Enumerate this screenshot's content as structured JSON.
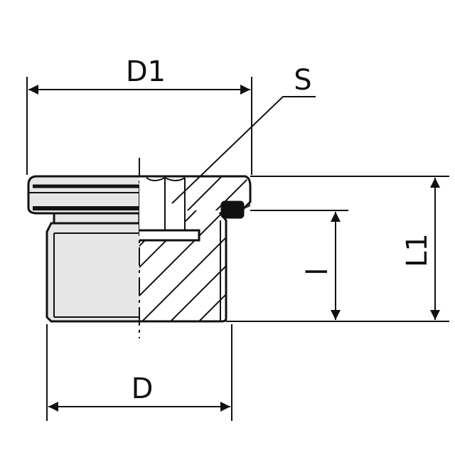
{
  "labels": {
    "d1": "D1",
    "s": "S",
    "d": "D",
    "l1": "L1",
    "l": "l"
  },
  "colors": {
    "line": "#111111",
    "fill": "#e6e6e6",
    "background": "#ffffff"
  }
}
